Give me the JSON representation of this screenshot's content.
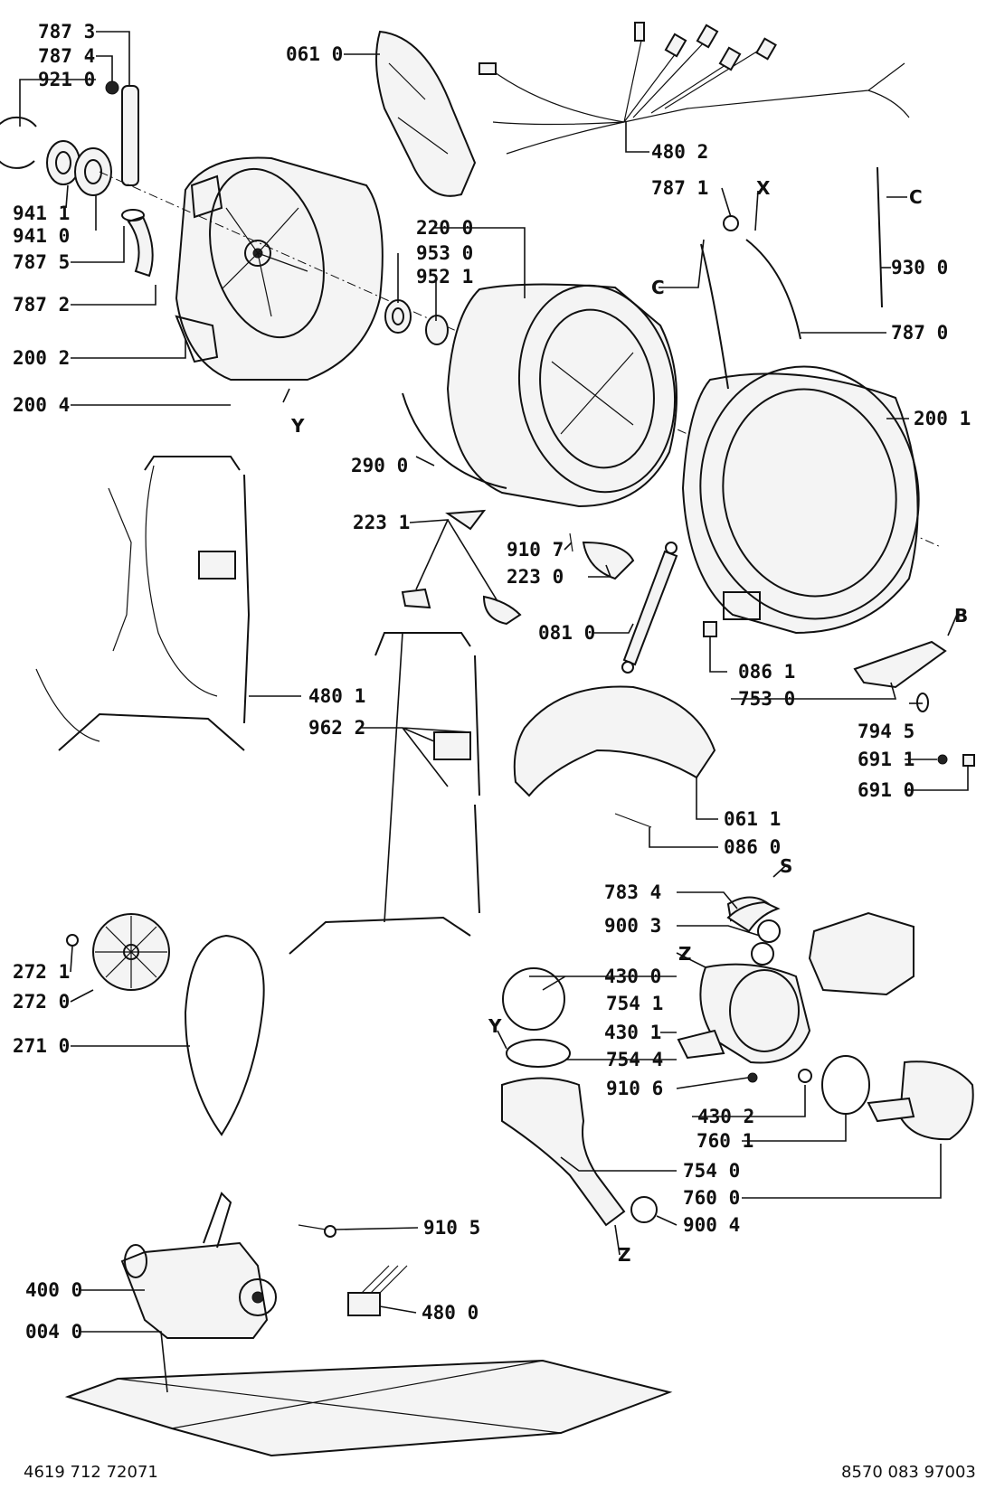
{
  "parts": [
    {
      "id": "l_787_3",
      "text": "787 3"
    },
    {
      "id": "l_787_4",
      "text": "787 4"
    },
    {
      "id": "l_921_0",
      "text": "921 0"
    },
    {
      "id": "l_941_1",
      "text": "941 1"
    },
    {
      "id": "l_941_0",
      "text": "941 0"
    },
    {
      "id": "l_787_5",
      "text": "787 5"
    },
    {
      "id": "l_787_2",
      "text": "787 2"
    },
    {
      "id": "l_200_2",
      "text": "200 2"
    },
    {
      "id": "l_200_4",
      "text": "200 4"
    },
    {
      "id": "l_061_0",
      "text": "061 0"
    },
    {
      "id": "l_480_2",
      "text": "480 2"
    },
    {
      "id": "l_787_1",
      "text": "787 1"
    },
    {
      "id": "l_220_0",
      "text": "220 0"
    },
    {
      "id": "l_953_0",
      "text": "953 0"
    },
    {
      "id": "l_952_1",
      "text": "952 1"
    },
    {
      "id": "l_930_0",
      "text": "930 0"
    },
    {
      "id": "l_787_0",
      "text": "787 0"
    },
    {
      "id": "l_200_1",
      "text": "200 1"
    },
    {
      "id": "l_290_0",
      "text": "290 0"
    },
    {
      "id": "l_223_1",
      "text": "223 1"
    },
    {
      "id": "l_910_7",
      "text": "910 7"
    },
    {
      "id": "l_223_0",
      "text": "223 0"
    },
    {
      "id": "l_081_0",
      "text": "081 0"
    },
    {
      "id": "l_086_1",
      "text": "086 1"
    },
    {
      "id": "l_753_0",
      "text": "753 0"
    },
    {
      "id": "l_480_1",
      "text": "480 1"
    },
    {
      "id": "l_962_2",
      "text": "962 2"
    },
    {
      "id": "l_794_5",
      "text": "794 5"
    },
    {
      "id": "l_691_1",
      "text": "691 1"
    },
    {
      "id": "l_691_0",
      "text": "691 0"
    },
    {
      "id": "l_061_1",
      "text": "061 1"
    },
    {
      "id": "l_086_0",
      "text": "086 0"
    },
    {
      "id": "l_783_4",
      "text": "783 4"
    },
    {
      "id": "l_900_3",
      "text": "900 3"
    },
    {
      "id": "l_430_0",
      "text": "430 0"
    },
    {
      "id": "l_754_1",
      "text": "754 1"
    },
    {
      "id": "l_430_1",
      "text": "430 1"
    },
    {
      "id": "l_754_4",
      "text": "754 4"
    },
    {
      "id": "l_910_6",
      "text": "910 6"
    },
    {
      "id": "l_430_2",
      "text": "430 2"
    },
    {
      "id": "l_760_1",
      "text": "760 1"
    },
    {
      "id": "l_754_0",
      "text": "754 0"
    },
    {
      "id": "l_760_0",
      "text": "760 0"
    },
    {
      "id": "l_900_4",
      "text": "900 4"
    },
    {
      "id": "l_272_1",
      "text": "272 1"
    },
    {
      "id": "l_272_0",
      "text": "272 0"
    },
    {
      "id": "l_271_0",
      "text": "271 0"
    },
    {
      "id": "l_910_5",
      "text": "910 5"
    },
    {
      "id": "l_400_0",
      "text": "400 0"
    },
    {
      "id": "l_480_0",
      "text": "480 0"
    },
    {
      "id": "l_004_0",
      "text": "004 0"
    }
  ],
  "letters": [
    {
      "id": "t_X",
      "text": "X"
    },
    {
      "id": "t_C1",
      "text": "C"
    },
    {
      "id": "t_C2",
      "text": "C"
    },
    {
      "id": "t_Y1",
      "text": "Y"
    },
    {
      "id": "t_B",
      "text": "B"
    },
    {
      "id": "t_S",
      "text": "S"
    },
    {
      "id": "t_Z1",
      "text": "Z"
    },
    {
      "id": "t_Y2",
      "text": "Y"
    },
    {
      "id": "t_Z2",
      "text": "Z"
    }
  ],
  "footer": {
    "left": "4619 712 72071",
    "right": "8570 083 97003"
  }
}
